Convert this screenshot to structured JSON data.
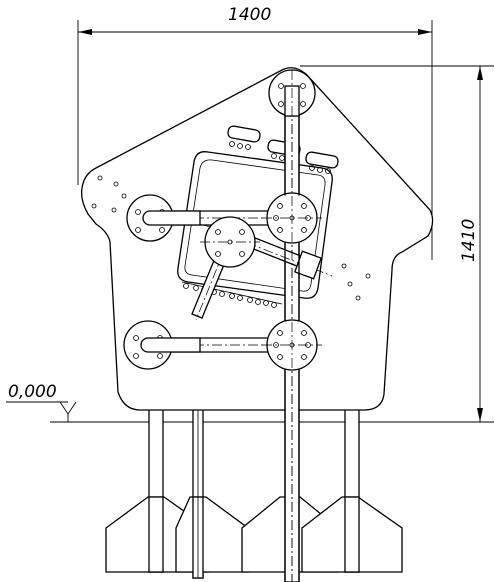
{
  "dimensions": {
    "width_label": "1400",
    "height_label": "1410",
    "level_label": "0,000"
  }
}
